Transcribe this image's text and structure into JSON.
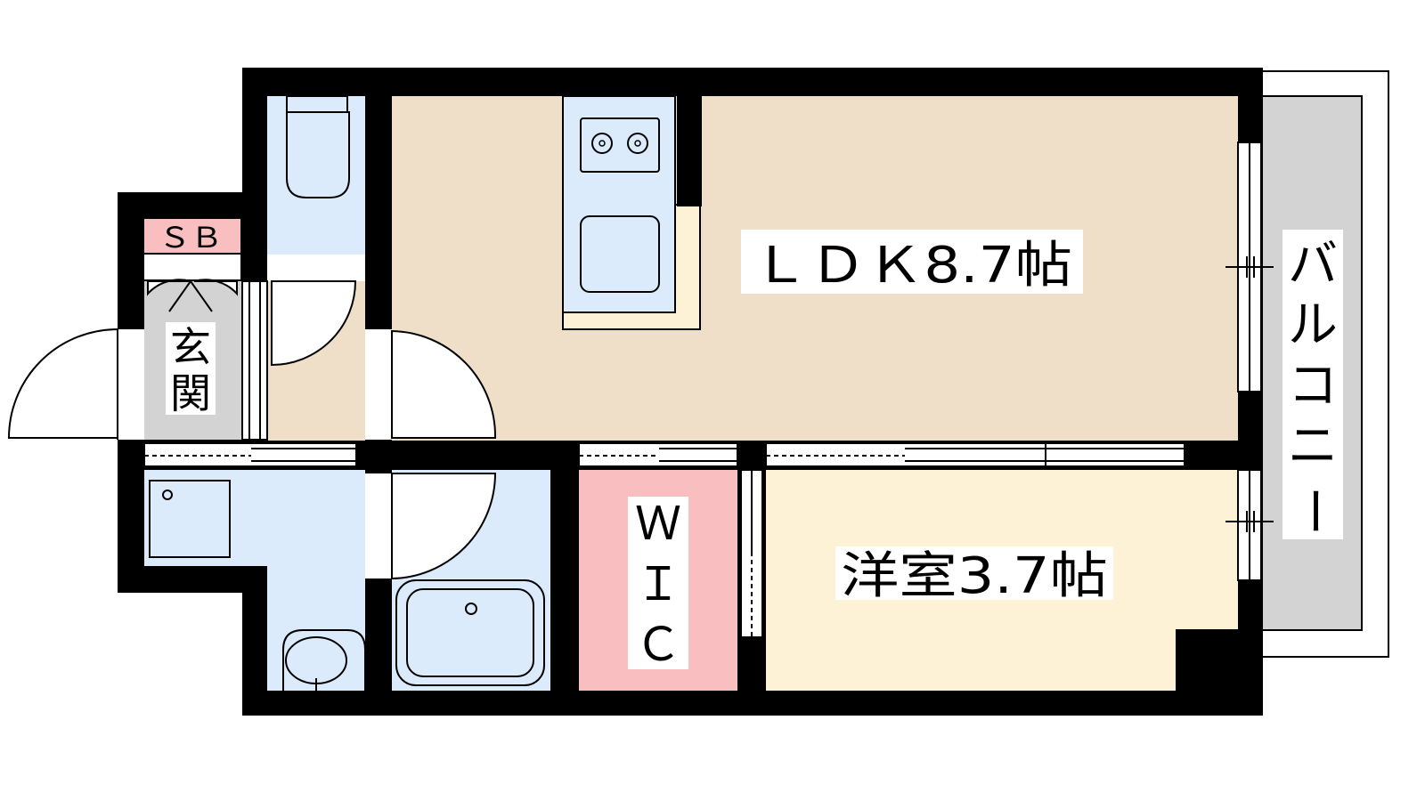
{
  "rooms": {
    "ldk": {
      "label": "ＬＤＫ8.7帖",
      "color": "#efdec8"
    },
    "western": {
      "label": "洋室3.7帖",
      "color": "#fdf2d6"
    },
    "wic": {
      "label_lines": [
        "Ｗ",
        "Ｉ",
        "Ｃ"
      ],
      "color": "#f9bfc0"
    },
    "entrance": {
      "label_lines": [
        "玄",
        "関"
      ],
      "color": "#d3d3d3"
    },
    "shoe_box": {
      "label": "ＳＢ",
      "color": "#f9bfc0"
    },
    "balcony": {
      "label_lines": [
        "バ",
        "ル",
        "コ",
        "ニ",
        "ー"
      ],
      "color": "#d3d3d3"
    }
  },
  "colors": {
    "wall": "#000000",
    "wet_area": "#dcebfb",
    "corridor": "#efdec8",
    "counter": "#fdf2d6"
  }
}
